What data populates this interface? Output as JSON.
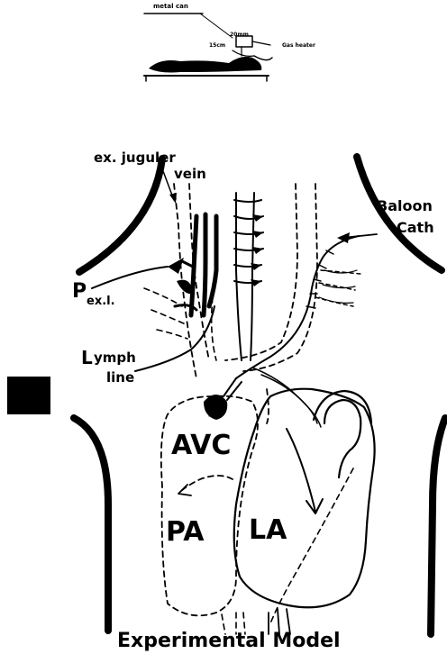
{
  "inset": {
    "label_metal_can": "metal can",
    "label_20mm": "20mm",
    "label_15cm": "15cm",
    "label_gas_heater": "Gas heater"
  },
  "labels": {
    "ext_jugular_line1": "ex. juguler",
    "ext_jugular_line2": "vein",
    "baloon_line1": "Baloon",
    "baloon_line2": "Cath",
    "p_main": "P",
    "p_sub": "ex.l.",
    "lymph_main": "L",
    "lymph_rest": "ymph",
    "lymph_line2": "line",
    "avc": "AVC",
    "pa": "PA",
    "la": "LA"
  },
  "caption": "Experimental Model"
}
